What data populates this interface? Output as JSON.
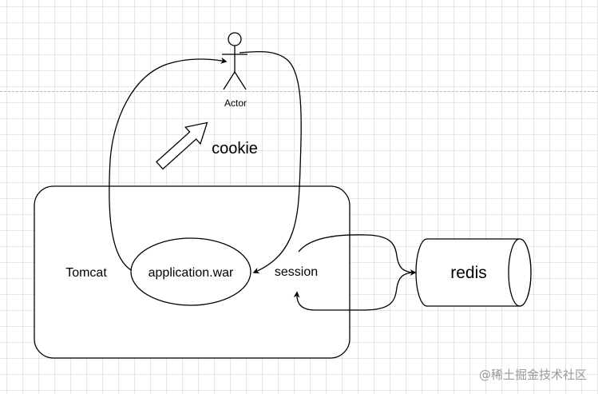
{
  "diagram": {
    "actor_label": "Actor",
    "cookie_label": "cookie",
    "tomcat_label": "Tomcat",
    "war_label": "application.war",
    "session_label": "session",
    "redis_label": "redis"
  },
  "watermark": "@稀土掘金技术社区"
}
